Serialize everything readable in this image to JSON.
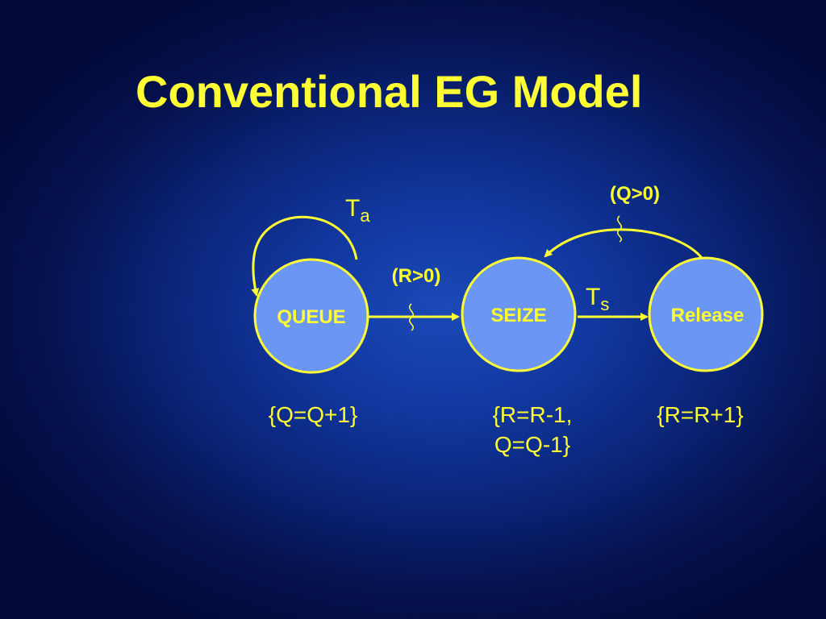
{
  "title": "Conventional EG Model",
  "colors": {
    "text": "#ffff33",
    "node_fill": "#6b96f4",
    "background": "#0a2478"
  },
  "nodes": {
    "queue": "QUEUE",
    "seize": "SEIZE",
    "release": "Release"
  },
  "edges": {
    "queue_self_loop": {
      "delay_main": "T",
      "delay_sub": "a"
    },
    "queue_to_seize": {
      "condition": "(R>0)"
    },
    "seize_to_release": {
      "delay_main": "T",
      "delay_sub": "s"
    },
    "release_to_seize": {
      "condition": "(Q>0)"
    }
  },
  "actions": {
    "queue": "{Q=Q+1}",
    "seize_line1": "{R=R-1,",
    "seize_line2": "Q=Q-1}",
    "release": "{R=R+1}"
  }
}
